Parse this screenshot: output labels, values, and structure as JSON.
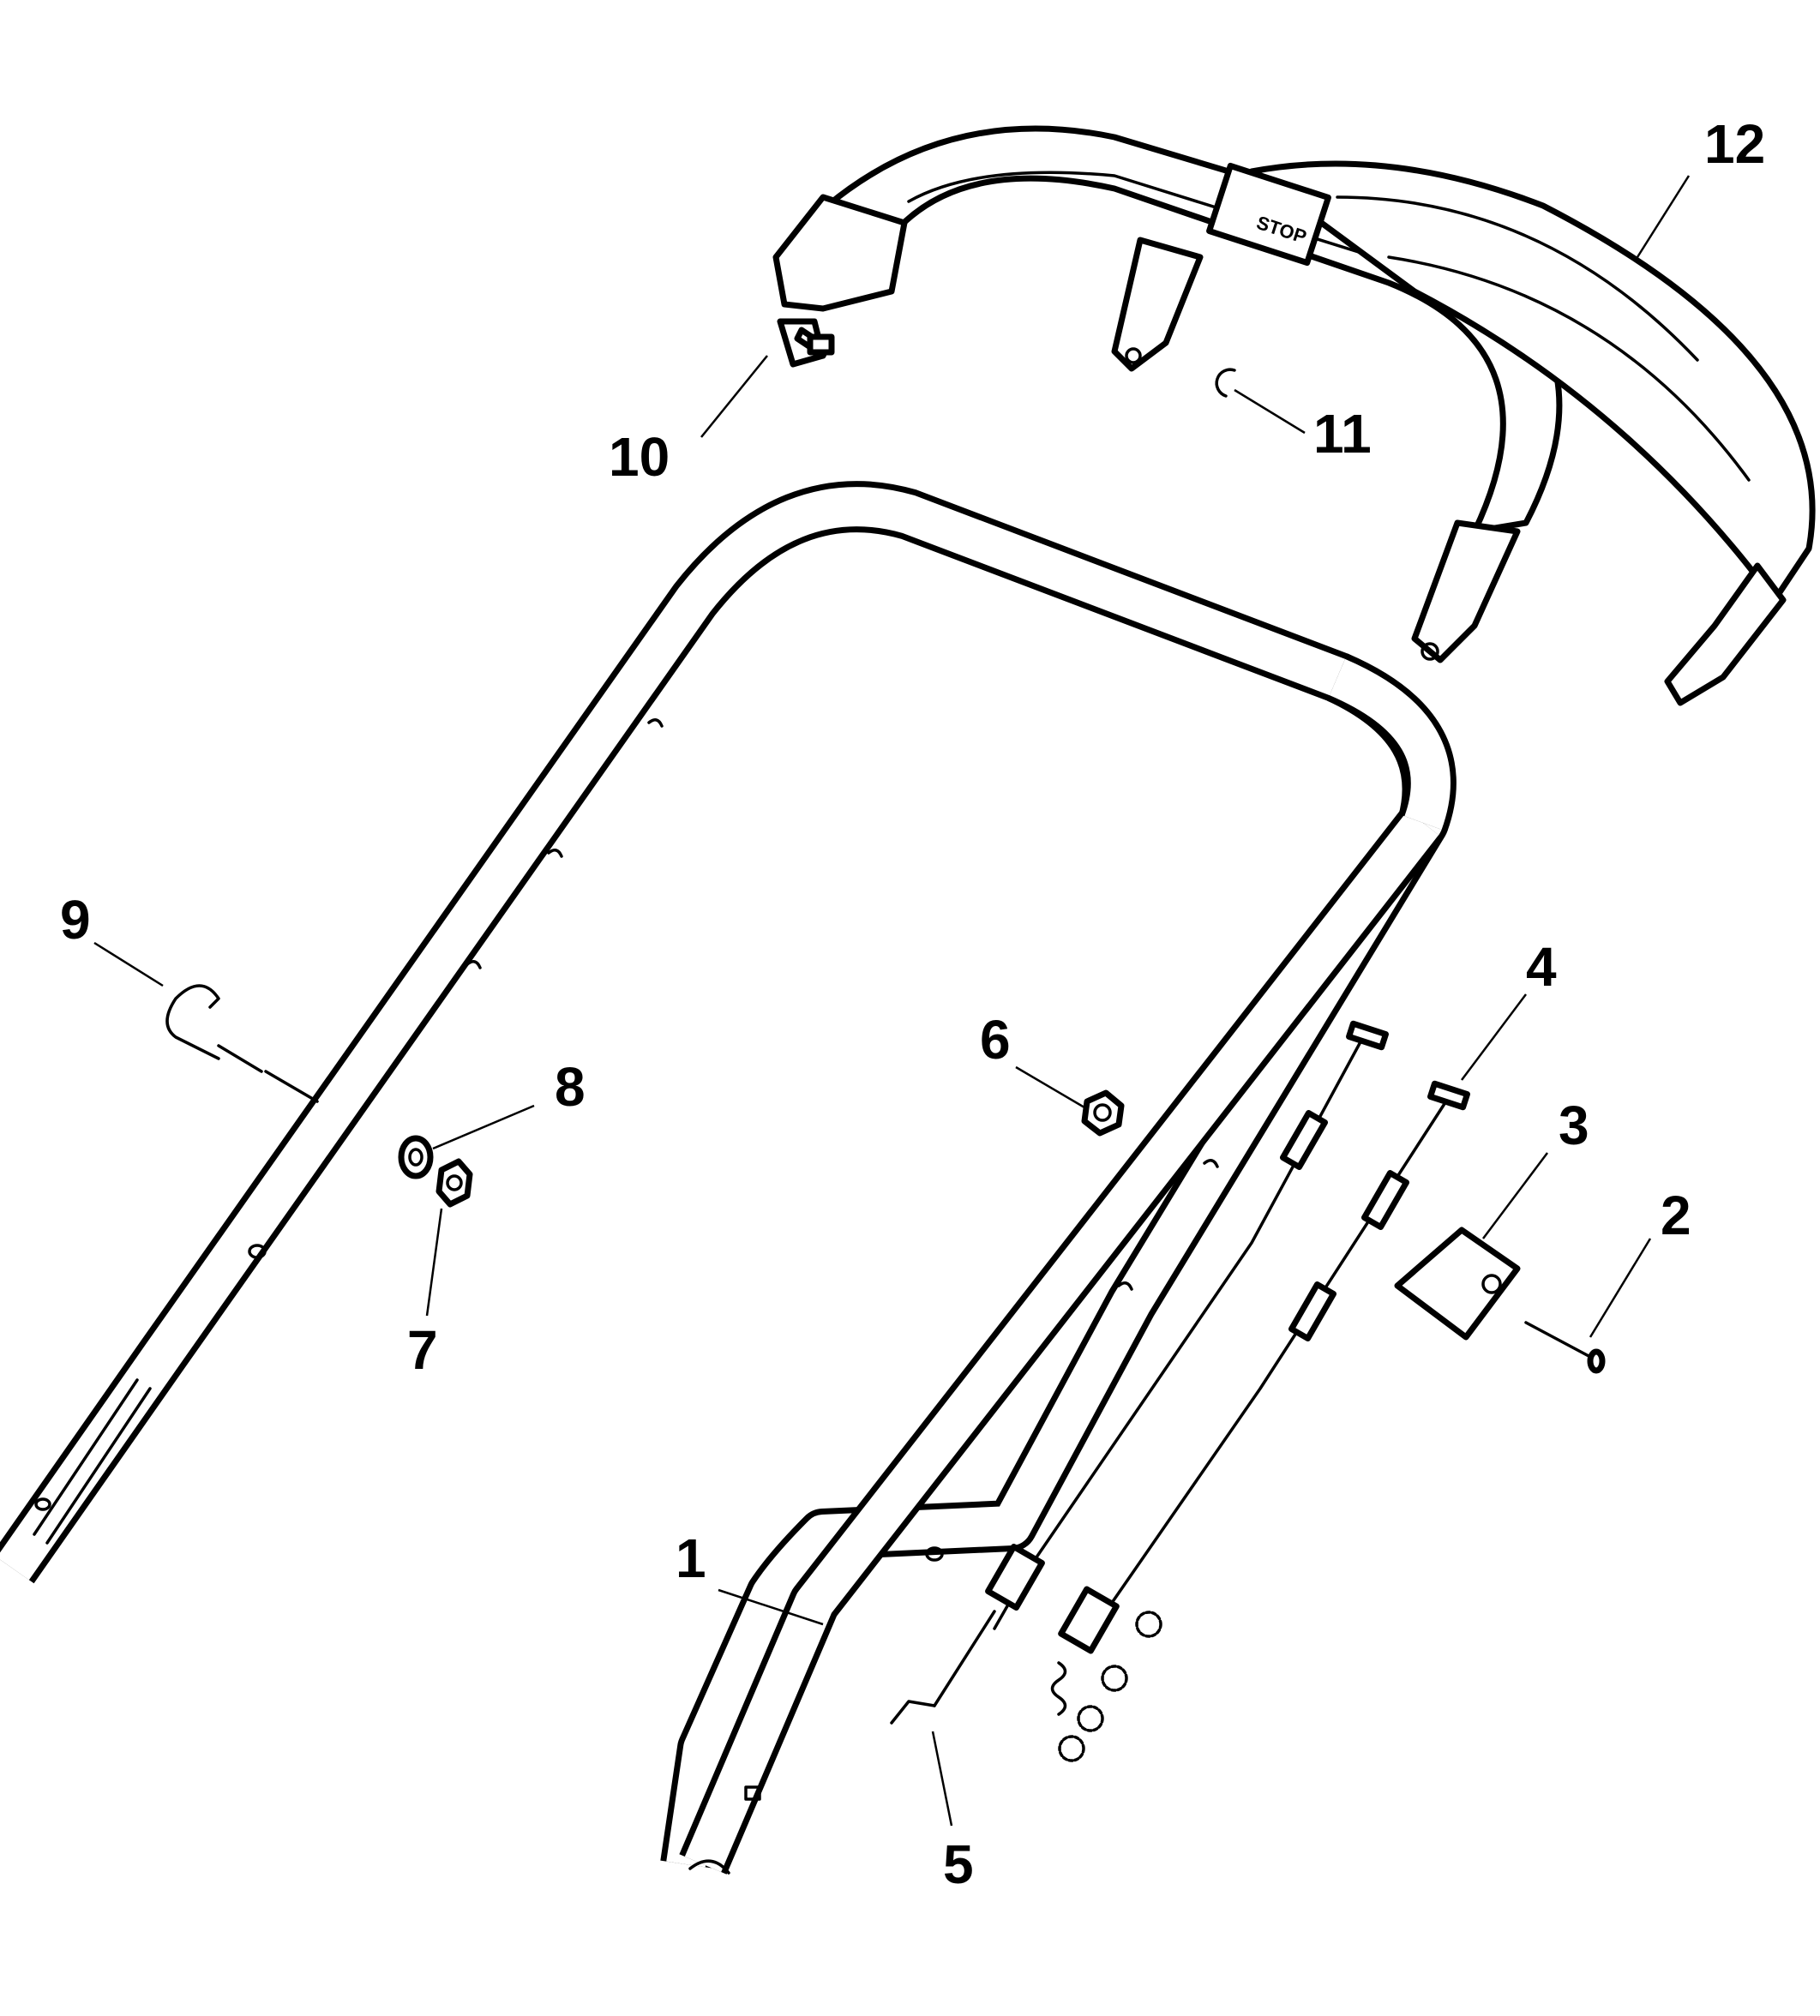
{
  "diagram": {
    "colors": {
      "line": "#000000",
      "background": "#ffffff"
    },
    "stop_label": "STOP",
    "callouts": [
      "1",
      "2",
      "3",
      "4",
      "5",
      "6",
      "7",
      "8",
      "9",
      "10",
      "11",
      "12"
    ]
  }
}
